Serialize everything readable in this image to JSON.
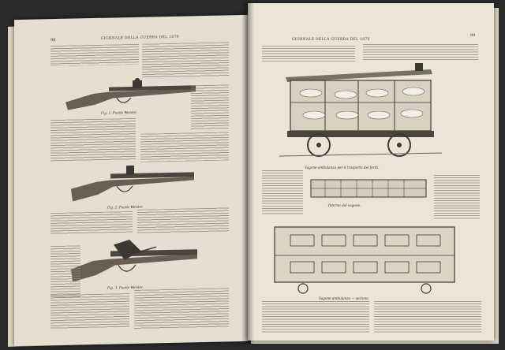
{
  "spread": {
    "left_header": "GIORNALE DELLA GUERRA DEL 1870",
    "left_pagenum": "98",
    "right_header": "GIORNALE DELLA GUERRA DEL 1870",
    "right_pagenum": "99"
  },
  "captions": {
    "fig_rifle_1": "Fig. 1. Fucile Werder.",
    "fig_rifle_2": "Fig. 2. Fucile Werder.",
    "fig_rifle_3": "Fig. 3. Fucile Werder.",
    "fig_wagon": "Vagone-ambulanza per il trasporto dei feriti.",
    "fig_plan": "Vagone-ambulanza — sezione.",
    "fig_wagon_interior": "Interno del vagone."
  },
  "colors": {
    "paper_left": "#e6dfcf",
    "paper_right": "#ebe5d6",
    "ink": "#2f2a25",
    "background": "#2b2a2a"
  }
}
